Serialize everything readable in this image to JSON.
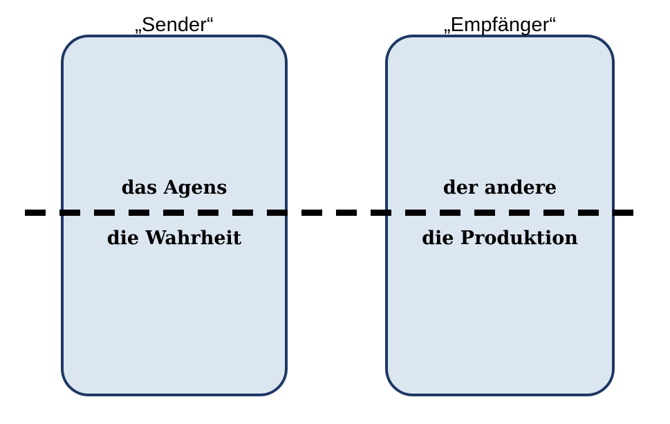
{
  "diagram": {
    "title": "",
    "colors": {
      "box_fill": "#dce6f1",
      "box_border": "#1f3864",
      "divider": "#000000",
      "text": "#000000",
      "background": "#ffffff"
    },
    "divider": {
      "style": "dashed",
      "orientation": "horizontal",
      "label": ""
    },
    "columns": [
      {
        "id": "sender",
        "caption": "„Sender“",
        "upper_label": "das Agens",
        "lower_label": "die Wahrheit"
      },
      {
        "id": "empfaenger",
        "caption": "„Empfänger“",
        "upper_label": "der andere",
        "lower_label": "die Produktion"
      }
    ]
  }
}
